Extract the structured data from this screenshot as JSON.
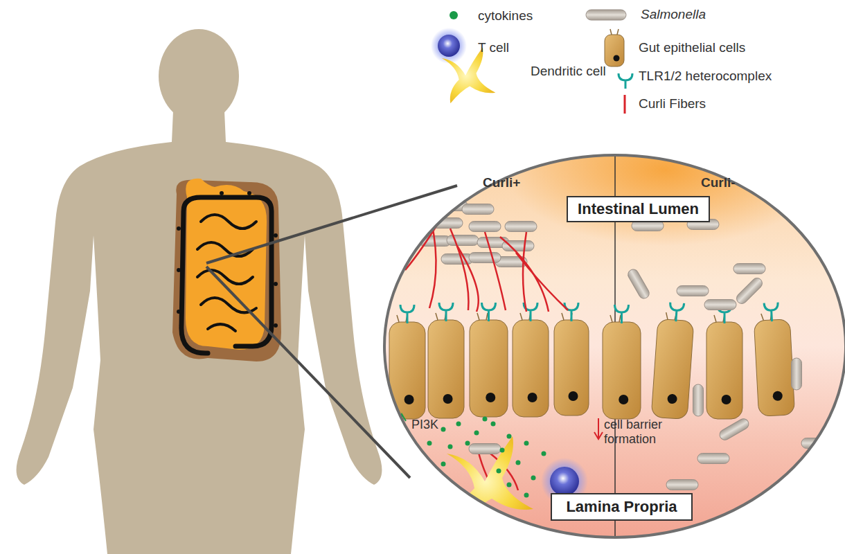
{
  "diagram": {
    "nodes": [
      {
        "text": [
          "Intestinal Lumen"
        ]
      },
      {
        "text": [
          "Lamina Propria"
        ]
      }
    ],
    "labels": [
      "Curli+",
      "Curli-",
      "PI3K",
      "cell barrier formation"
    ],
    "legend": [
      {
        "text": "cytokines",
        "color": "#1a9a48"
      },
      {
        "text": "T cell"
      },
      {
        "text": "Dendritic cell"
      },
      {
        "text": "Salmonella"
      },
      {
        "text": "Gut epithelial cells"
      },
      {
        "text": "TLR1/2 heterocomplex"
      },
      {
        "text": "Curli Fibers"
      }
    ]
  }
}
